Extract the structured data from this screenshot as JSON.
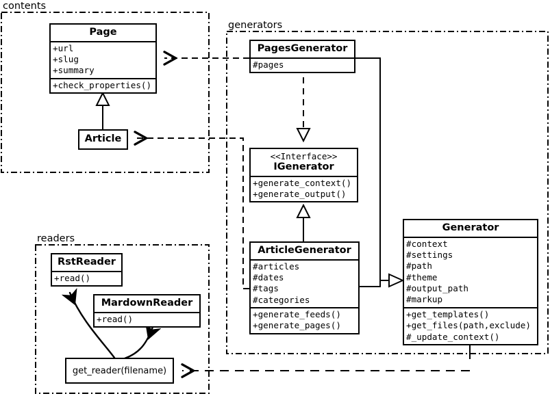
{
  "diagram": {
    "title": "UML class diagram",
    "stroke_color": "#000000",
    "background_color": "#ffffff"
  },
  "packages": [
    {
      "id": "contents",
      "label": "contents"
    },
    {
      "id": "generators",
      "label": "generators"
    },
    {
      "id": "readers",
      "label": "readers"
    }
  ],
  "classes": {
    "page": {
      "name": "Page",
      "attributes": [
        "+url",
        "+slug",
        "+summary"
      ],
      "methods": [
        "+check_properties()"
      ]
    },
    "article": {
      "name": "Article",
      "attributes": [],
      "methods": []
    },
    "pages_generator": {
      "name": "PagesGenerator",
      "attributes": [
        "#pages"
      ],
      "methods": []
    },
    "igenerator": {
      "stereotype": "<<Interface>>",
      "name": "IGenerator",
      "attributes": [],
      "methods": [
        "+generate_context()",
        "+generate_output()"
      ]
    },
    "article_generator": {
      "name": "ArticleGenerator",
      "attributes": [
        "#articles",
        "#dates",
        "#tags",
        "#categories"
      ],
      "methods": [
        "+generate_feeds()",
        "+generate_pages()"
      ]
    },
    "generator": {
      "name": "Generator",
      "attributes": [
        "#context",
        "#settings",
        "#path",
        "#theme",
        "#output_path",
        "#markup"
      ],
      "methods": [
        "+get_templates()",
        "+get_files(path,exclude)",
        "#_update_context()"
      ]
    },
    "rst_reader": {
      "name": "RstReader",
      "attributes": [],
      "methods": [
        "+read()"
      ]
    },
    "mardown_reader": {
      "name": "MardownReader",
      "attributes": [],
      "methods": [
        "+read()"
      ]
    },
    "get_reader": {
      "name": "get_reader(filename)"
    }
  },
  "relations": [
    {
      "id": "pagesgenerator-uses-page",
      "type": "dependency",
      "from": "PagesGenerator",
      "to": "Page"
    },
    {
      "id": "articlegenerator-uses-article",
      "type": "dependency",
      "from": "ArticleGenerator",
      "to": "Article"
    },
    {
      "id": "article-inherits-page",
      "type": "generalization",
      "from": "Article",
      "to": "Page"
    },
    {
      "id": "pagesgenerator-implements-igenerator",
      "type": "realization",
      "from": "PagesGenerator",
      "to": "IGenerator"
    },
    {
      "id": "articlegenerator-implements-igenerator",
      "type": "generalization",
      "from": "ArticleGenerator",
      "to": "IGenerator"
    },
    {
      "id": "pagesgenerator-inherits-generator",
      "type": "generalization",
      "from": "PagesGenerator",
      "to": "Generator"
    },
    {
      "id": "articlegenerator-inherits-generator",
      "type": "generalization",
      "from": "ArticleGenerator",
      "to": "Generator"
    },
    {
      "id": "generator-uses-getreader",
      "type": "dependency",
      "from": "Generator",
      "to": "get_reader(filename)"
    },
    {
      "id": "getreader-creates-rstreader",
      "type": "creates",
      "from": "get_reader(filename)",
      "to": "RstReader"
    },
    {
      "id": "getreader-creates-mardownreader",
      "type": "creates",
      "from": "get_reader(filename)",
      "to": "MardownReader"
    }
  ]
}
